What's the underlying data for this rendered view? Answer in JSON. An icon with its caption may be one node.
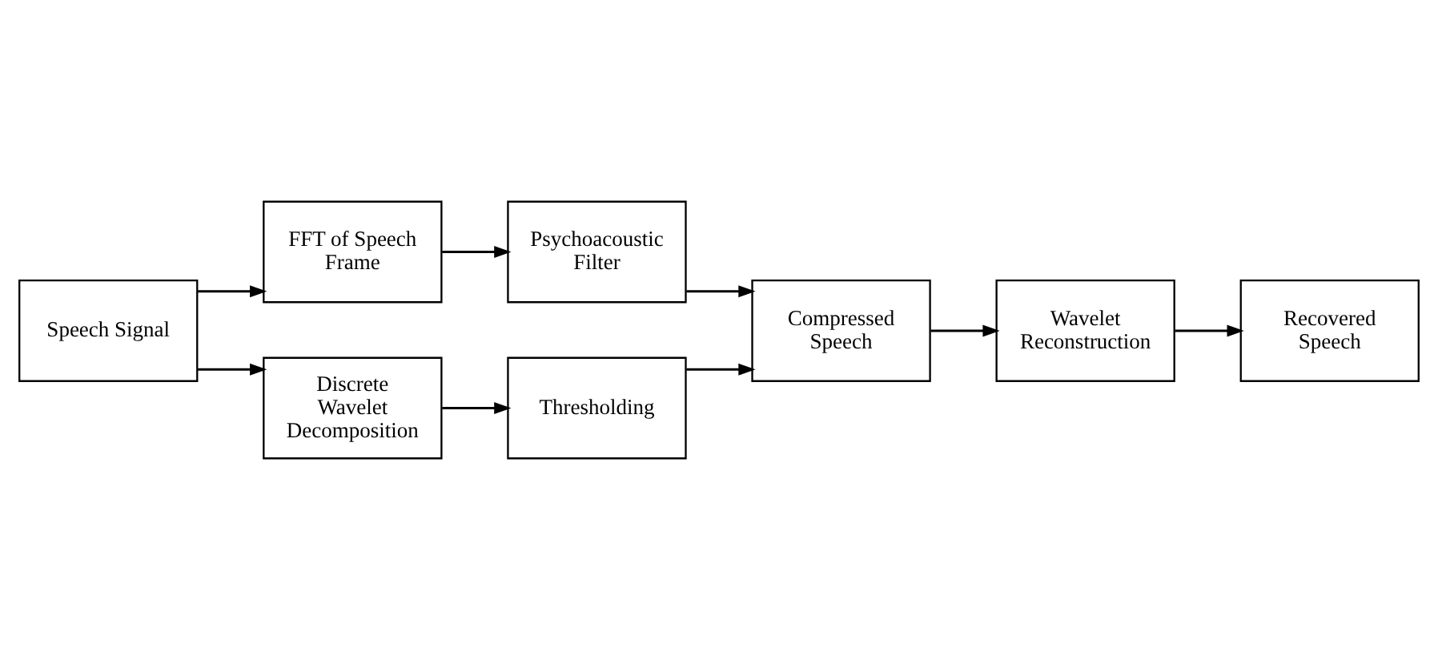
{
  "diagram": {
    "nodes": [
      {
        "text": [
          "Speech Signal"
        ]
      },
      {
        "text": [
          "FFT of Speech Frame"
        ]
      },
      {
        "text": [
          "Psychoacoustic Filter"
        ]
      },
      {
        "text": [
          "Discrete Wavelet Decomposition"
        ]
      },
      {
        "text": [
          "Thresholding"
        ]
      },
      {
        "text": [
          "Compressed Speech"
        ]
      },
      {
        "text": [
          "Wavelet Reconstruction"
        ]
      },
      {
        "text": [
          "Recovered Speech"
        ]
      }
    ],
    "edges": [
      {
        "from": 0,
        "to": 1,
        "arrow": "to"
      },
      {
        "from": 1,
        "to": 2,
        "arrow": "to"
      },
      {
        "from": 0,
        "to": 3,
        "arrow": "to"
      },
      {
        "from": 3,
        "to": 4,
        "arrow": "to"
      },
      {
        "from": 4,
        "to": 5,
        "arrow": "to"
      },
      {
        "from": 2,
        "to": 5,
        "arrow": "to"
      },
      {
        "from": 5,
        "to": 6,
        "arrow": "to"
      },
      {
        "from": 6,
        "to": 7,
        "arrow": "to"
      }
    ]
  }
}
